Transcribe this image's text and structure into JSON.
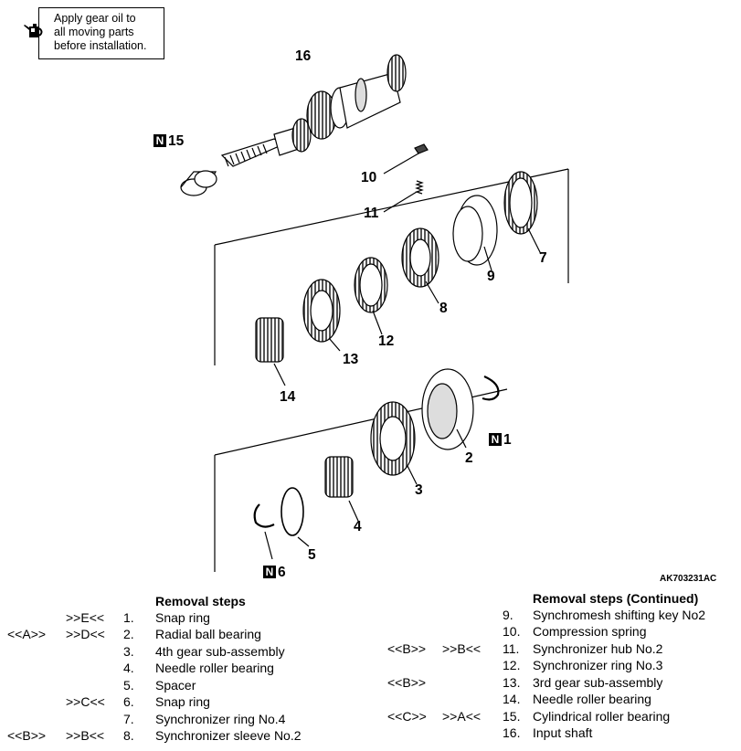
{
  "note": {
    "icon": "gear-oil-can-icon",
    "lines": [
      "Apply gear oil to",
      "all moving parts",
      "before installation."
    ]
  },
  "reference_code": "AK703231AC",
  "callouts": {
    "c16": "16",
    "c15": "15",
    "c10": "10",
    "c11": "11",
    "c9": "9",
    "c7": "7",
    "c8": "8",
    "c12": "12",
    "c13": "13",
    "c14": "14",
    "c1": "1",
    "c2": "2",
    "c3": "3",
    "c4": "4",
    "c5": "5",
    "c6": "6",
    "n_mark": "N"
  },
  "removal_left": {
    "title": "Removal steps",
    "rows": [
      {
        "a": "",
        "b": ">>E<<",
        "num": "1.",
        "name": "Snap ring"
      },
      {
        "a": "<<A>>",
        "b": ">>D<<",
        "num": "2.",
        "name": "Radial ball bearing"
      },
      {
        "a": "",
        "b": "",
        "num": "3.",
        "name": "4th gear sub-assembly"
      },
      {
        "a": "",
        "b": "",
        "num": "4.",
        "name": "Needle roller bearing"
      },
      {
        "a": "",
        "b": "",
        "num": "5.",
        "name": "Spacer"
      },
      {
        "a": "",
        "b": ">>C<<",
        "num": "6.",
        "name": "Snap ring"
      },
      {
        "a": "",
        "b": "",
        "num": "7.",
        "name": "Synchronizer ring No.4"
      },
      {
        "a": "<<B>>",
        "b": ">>B<<",
        "num": "8.",
        "name": "Synchronizer sleeve No.2"
      }
    ]
  },
  "removal_right": {
    "title": "Removal steps (Continued)",
    "rows": [
      {
        "a": "",
        "b": "",
        "num": "9.",
        "name": "Synchromesh shifting key No2"
      },
      {
        "a": "",
        "b": "",
        "num": "10.",
        "name": "Compression spring"
      },
      {
        "a": "<<B>>",
        "b": ">>B<<",
        "num": "11.",
        "name": "Synchronizer hub No.2"
      },
      {
        "a": "",
        "b": "",
        "num": "12.",
        "name": "Synchronizer ring No.3"
      },
      {
        "a": "<<B>>",
        "b": "",
        "num": "13.",
        "name": "3rd gear sub-assembly"
      },
      {
        "a": "",
        "b": "",
        "num": "14.",
        "name": "Needle roller bearing"
      },
      {
        "a": "<<C>>",
        "b": ">>A<<",
        "num": "15.",
        "name": "Cylindrical roller bearing"
      },
      {
        "a": "",
        "b": "",
        "num": "16.",
        "name": "Input shaft"
      }
    ]
  }
}
